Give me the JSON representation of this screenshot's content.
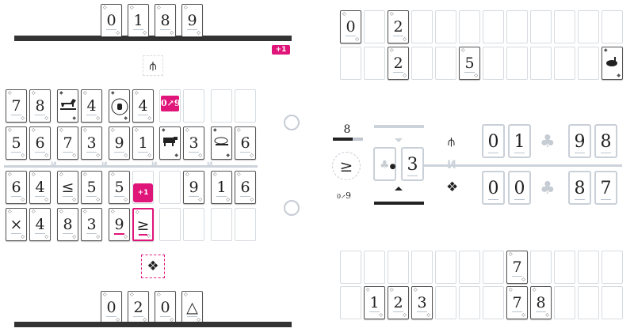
{
  "colors": {
    "accent": "#e0157a",
    "line": "#ccd3da",
    "ink": "#222222"
  },
  "left_player": {
    "top_hand": [
      "0",
      "1",
      "8",
      "9"
    ],
    "bonus_badge": "+1",
    "top_emblem": "trident-icon",
    "bottom_emblem": "chain-diamond-icon",
    "bottom_hand": [
      "0",
      "2",
      "0",
      "△"
    ]
  },
  "board": {
    "rows": [
      [
        {
          "v": "7"
        },
        {
          "v": "8"
        },
        {
          "icon": "horse"
        },
        {
          "v": "4"
        },
        {
          "icon": "hand"
        },
        {
          "v": "4"
        },
        {
          "badge": "0↗9"
        },
        {},
        {},
        {}
      ],
      [
        {
          "v": "5"
        },
        {
          "v": "6"
        },
        {
          "v": "7"
        },
        {
          "v": "3"
        },
        {
          "v": "9"
        },
        {
          "v": "1"
        },
        {
          "icon": "cow"
        },
        {
          "v": "3"
        },
        {
          "icon": "sheep"
        },
        {
          "v": "6"
        }
      ],
      [
        {
          "v": "6"
        },
        {
          "v": "4"
        },
        {
          "v": "≤"
        },
        {
          "v": "5"
        },
        {
          "v": "5"
        },
        {
          "overlay": "+1"
        },
        {},
        {
          "v": "9"
        },
        {
          "v": "1"
        },
        {
          "v": "6"
        }
      ],
      [
        {
          "v": "×"
        },
        {
          "v": "4"
        },
        {
          "v": "8"
        },
        {
          "v": "3"
        },
        {
          "v": "9",
          "mark": true
        },
        {
          "v": "≥",
          "hl": true
        },
        {},
        {},
        {},
        {}
      ]
    ]
  },
  "top_right_grid": {
    "rows": [
      [
        {
          "v": "0"
        },
        {},
        {
          "v": "2"
        },
        {},
        {},
        {},
        {},
        {},
        {},
        {},
        {},
        {}
      ],
      [
        {},
        {},
        {
          "v": "2"
        },
        {},
        {},
        {
          "v": "5"
        },
        {},
        {},
        {},
        {},
        {},
        {
          "icon": "rabbit"
        }
      ]
    ]
  },
  "bottom_right_grid": {
    "rows": [
      [
        {},
        {},
        {},
        {},
        {},
        {},
        {},
        {
          "v": "7"
        },
        {},
        {},
        {},
        {}
      ],
      [
        {},
        {
          "v": "1"
        },
        {
          "v": "2"
        },
        {
          "v": "3"
        },
        {},
        {},
        {},
        {
          "v": "7"
        },
        {
          "v": "8"
        },
        {},
        {},
        {}
      ]
    ]
  },
  "status": {
    "deck_count": "8",
    "deck_progress": 0.65,
    "rule_symbol": "≥",
    "range_label_from": "0",
    "range_label_to": "9",
    "current_value": "3",
    "score_top": {
      "emblem": "trident-icon",
      "digits": [
        "0",
        "1",
        "9",
        "8"
      ]
    },
    "score_bottom": {
      "emblem": "chain-diamond-icon",
      "digits": [
        "0",
        "0",
        "8",
        "7"
      ]
    }
  }
}
